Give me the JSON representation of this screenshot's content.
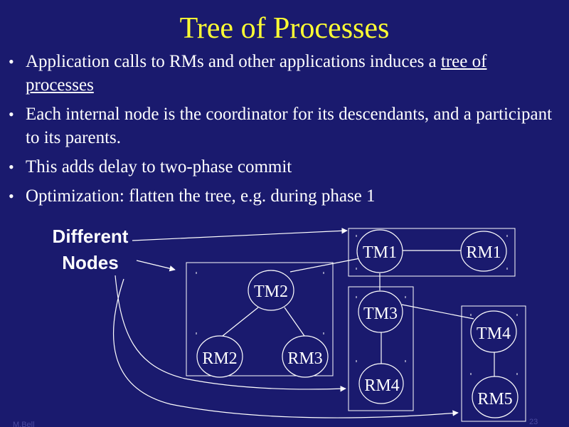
{
  "slide": {
    "title": "Tree of Processes",
    "bullets": [
      {
        "text": "Application calls to RMs and other applications induces a ",
        "underlined": "tree of processes"
      },
      {
        "text": "Each internal node is the coordinator for its descendants, and a participant to its parents.",
        "underlined": ""
      },
      {
        "text": "This adds delay to two-phase commit",
        "underlined": ""
      },
      {
        "text": "Optimization: flatten the tree, e.g. during phase 1",
        "underlined": ""
      }
    ]
  },
  "diagram": {
    "callout_line1": "Different",
    "callout_line2": "Nodes",
    "nodes": {
      "tm1": "TM1",
      "rm1": "RM1",
      "tm2": "TM2",
      "rm2": "RM2",
      "rm3": "RM3",
      "tm3": "TM3",
      "rm4": "RM4",
      "tm4": "TM4",
      "rm5": "RM5"
    }
  },
  "footer": {
    "left": "M.Bell",
    "right": "23"
  },
  "colors": {
    "background": "#1a1a6e",
    "title": "#ffff33",
    "text": "#ffffff",
    "node_fill": "#1a1a6e"
  }
}
